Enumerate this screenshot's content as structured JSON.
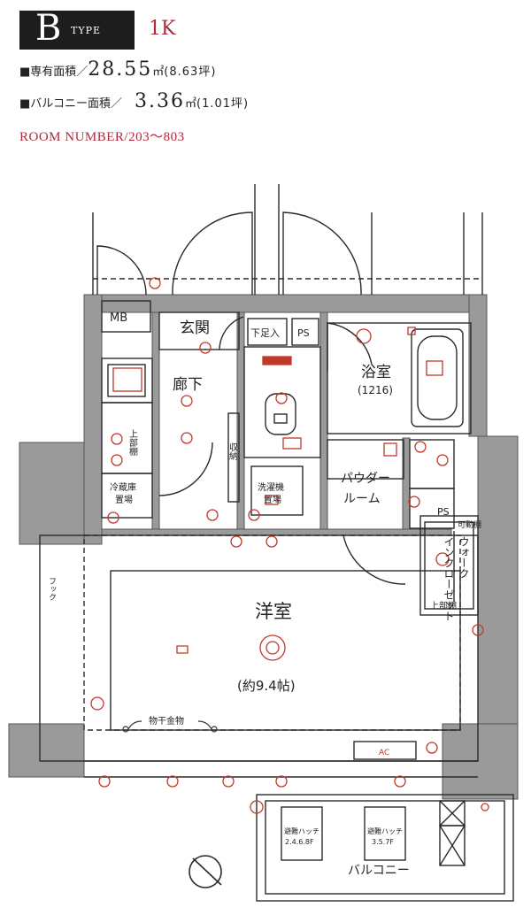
{
  "header": {
    "type_letter": "B",
    "type_word": "TYPE",
    "layout": "1K",
    "floor_area_label": "■専有面積／",
    "floor_area_value": "28.55",
    "floor_area_unit": "㎡",
    "floor_area_tsubo": "(8.63坪)",
    "balcony_label": "■バルコニー面積／",
    "balcony_value": "3.36",
    "balcony_unit": "㎡",
    "balcony_tsubo": "(1.01坪)",
    "room_number": "ROOM NUMBER/203～803"
  },
  "plan": {
    "mb": "MB",
    "genkan": "玄関",
    "shita_soku": "下足入",
    "ps_top": "PS",
    "roka": "廊下",
    "yokushitsu": "浴室",
    "yokushitsu_size": "(1216)",
    "ue_todana": "上部棚",
    "shunou": "収納",
    "reizoko_1": "冷蔵庫",
    "reizoko_2": "置場",
    "sentakuki_1": "洗濯機",
    "sentakuki_2": "置場",
    "powder_room_1": "パウダー",
    "powder_room_2": "ルーム",
    "ps_right": "PS",
    "kadodana": "可動棚",
    "walkin_1": "ウォーク",
    "walkin_2": "インクローゼット",
    "jobudana": "上部棚",
    "fukku": "フック",
    "yoshitsu": "洋室",
    "yoshitsu_size": "(約9.4帖)",
    "monohoshi": "物干金物",
    "ac": "AC",
    "hatch_1_a": "避難ハッチ",
    "hatch_1_b": "2.4.6.8F",
    "hatch_2_a": "避難ハッチ",
    "hatch_2_b": "3.5.7F",
    "balcony": "バルコニー"
  },
  "colors": {
    "accent": "#b0283a",
    "wall": "#9a9a9a",
    "line": "#2a2a2a"
  }
}
